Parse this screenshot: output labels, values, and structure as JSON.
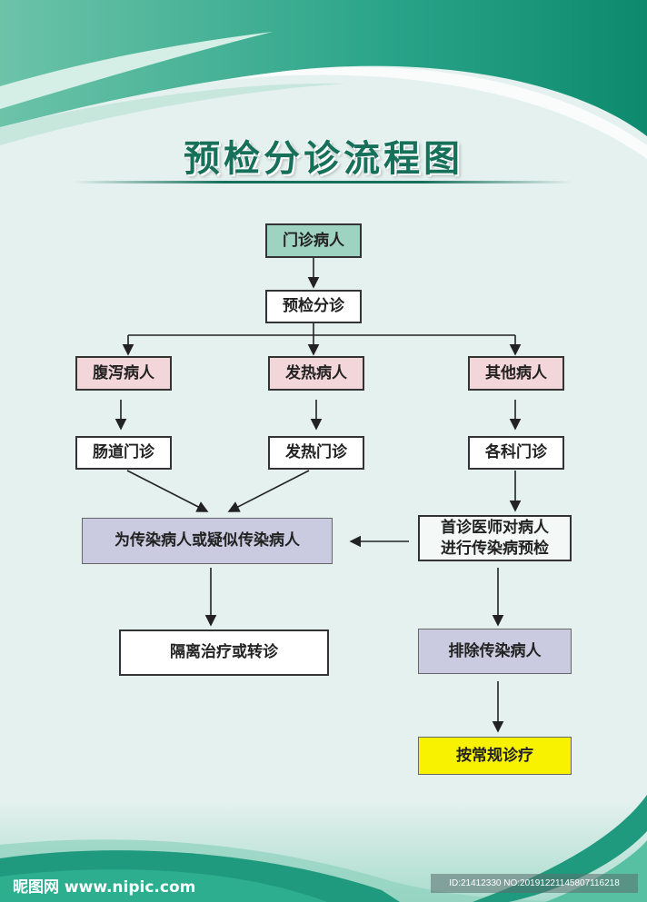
{
  "title": "预检分诊流程图",
  "nodes": {
    "outpatient": "门诊病人",
    "triage": "预检分诊",
    "diarrhea": "腹泻病人",
    "fever": "发热病人",
    "other": "其他病人",
    "intestinal_clinic": "肠道门诊",
    "fever_clinic": "发热门诊",
    "dept_clinic": "各科门诊",
    "suspected": "为传染病人或疑似传染病人",
    "first_doctor_line1": "首诊医师对病人",
    "first_doctor_line2": "进行传染病预检",
    "isolation": "隔离治疗或转诊",
    "excluded": "排除传染病人",
    "routine": "按常规诊疗"
  },
  "watermark": {
    "site": "昵图网 www.nipic.com",
    "id": "ID:21412330 NO:20191221145807116218"
  },
  "colors": {
    "start": "#9fd3c1",
    "category": "#f3d6da",
    "decision": "#cacbe0",
    "end": "#f8f200",
    "title": "#17705a"
  }
}
